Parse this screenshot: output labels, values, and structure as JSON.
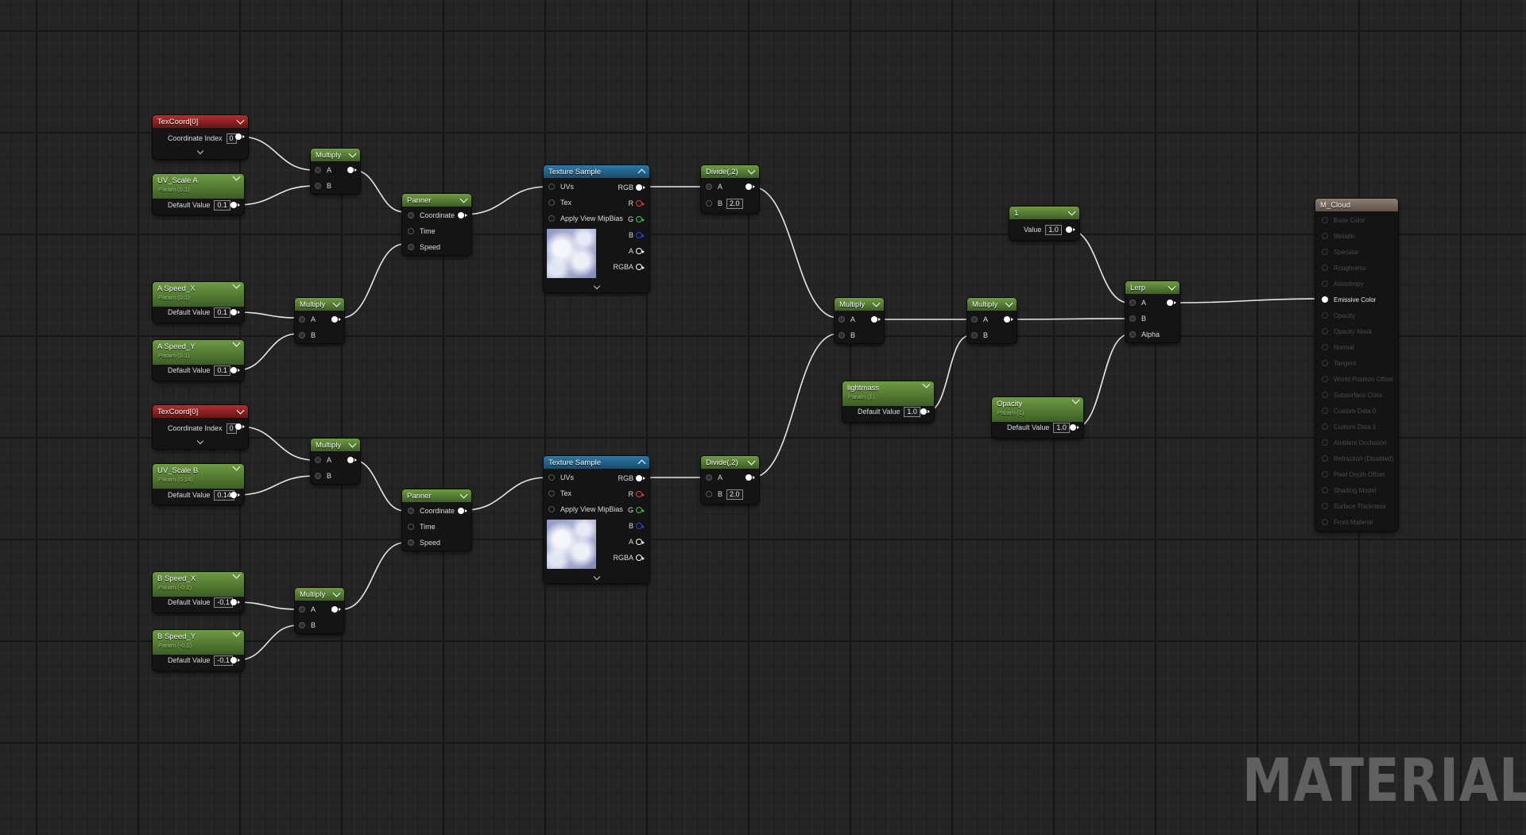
{
  "nodes": {
    "texcoord_a": {
      "title": "TexCoord[0]",
      "label": "Coordinate Index",
      "value": "0"
    },
    "uvscale_a": {
      "title": "UV_Scale A",
      "sub": "Param (0.1)",
      "label": "Default Value",
      "value": "0.1"
    },
    "mult_1": {
      "title": "Multiply",
      "a": "A",
      "b": "B"
    },
    "panner_a": {
      "title": "Panner",
      "coord": "Coordinate",
      "time": "Time",
      "speed": "Speed"
    },
    "speedx_a": {
      "title": "A Speed_X",
      "sub": "Param (0.1)",
      "label": "Default Value",
      "value": "0.1"
    },
    "speedy_a": {
      "title": "A Speed_Y",
      "sub": "Param (0.1)",
      "label": "Default Value",
      "value": "0.1"
    },
    "mult_2": {
      "title": "Multiply",
      "a": "A",
      "b": "B"
    },
    "tex_a": {
      "title": "Texture Sample",
      "uvs": "UVs",
      "tex": "Tex",
      "mip": "Apply View MipBias",
      "rgb": "RGB",
      "r": "R",
      "g": "G",
      "b": "B",
      "a": "A",
      "rgba": "RGBA"
    },
    "divide_a": {
      "title": "Divide(,2)",
      "a": "A",
      "b": "B",
      "bval": "2.0"
    },
    "texcoord_b": {
      "title": "TexCoord[0]",
      "label": "Coordinate Index",
      "value": "0"
    },
    "uvscale_b": {
      "title": "UV_Scale B",
      "sub": "Param (0.14)",
      "label": "Default Value",
      "value": "0.14"
    },
    "mult_3": {
      "title": "Multiply",
      "a": "A",
      "b": "B"
    },
    "panner_b": {
      "title": "Panner",
      "coord": "Coordinate",
      "time": "Time",
      "speed": "Speed"
    },
    "speedx_b": {
      "title": "B Speed_X",
      "sub": "Param (-0.1)",
      "label": "Default Value",
      "value": "-0.1"
    },
    "speedy_b": {
      "title": "B Speed_Y",
      "sub": "Param (-0.1)",
      "label": "Default Value",
      "value": "-0.1"
    },
    "mult_4": {
      "title": "Multiply",
      "a": "A",
      "b": "B"
    },
    "tex_b": {
      "title": "Texture Sample",
      "uvs": "UVs",
      "tex": "Tex",
      "mip": "Apply View MipBias",
      "rgb": "RGB",
      "r": "R",
      "g": "G",
      "b": "B",
      "a": "A",
      "rgba": "RGBA"
    },
    "divide_b": {
      "title": "Divide(,2)",
      "a": "A",
      "b": "B",
      "bval": "2.0"
    },
    "mult_5": {
      "title": "Multiply",
      "a": "A",
      "b": "B"
    },
    "lightmass": {
      "title": "lightmass",
      "sub": "Param (1)",
      "label": "Default Value",
      "value": "1.0"
    },
    "mult_6": {
      "title": "Multiply",
      "a": "A",
      "b": "B"
    },
    "const_1": {
      "title": "1",
      "label": "Value",
      "value": "1.0"
    },
    "opacity": {
      "title": "Opacity",
      "sub": "Param (1)",
      "label": "Default Value",
      "value": "1.0"
    },
    "lerp": {
      "title": "Lerp",
      "a": "A",
      "b": "B",
      "alpha": "Alpha"
    },
    "result": {
      "title": "M_Cloud",
      "pins": [
        "Base Color",
        "Metallic",
        "Specular",
        "Roughness",
        "Anisotropy",
        "Emissive Color",
        "Opacity",
        "Opacity Mask",
        "Normal",
        "Tangent",
        "World Position Offset",
        "Subsurface Color",
        "Custom Data 0",
        "Custom Data 1",
        "Ambient Occlusion",
        "Refraction (Disabled)",
        "Pixel Depth Offset",
        "Shading Model",
        "Surface Thickness",
        "Front Material"
      ],
      "active_pin": "Emissive Color"
    }
  },
  "watermark": "MATERIAL",
  "colors": {
    "param_header": "#4f7a31",
    "texcoord_header": "#8c1f1f",
    "texture_header": "#236089",
    "result_header": "#7a6a5e",
    "background": "#242424"
  }
}
